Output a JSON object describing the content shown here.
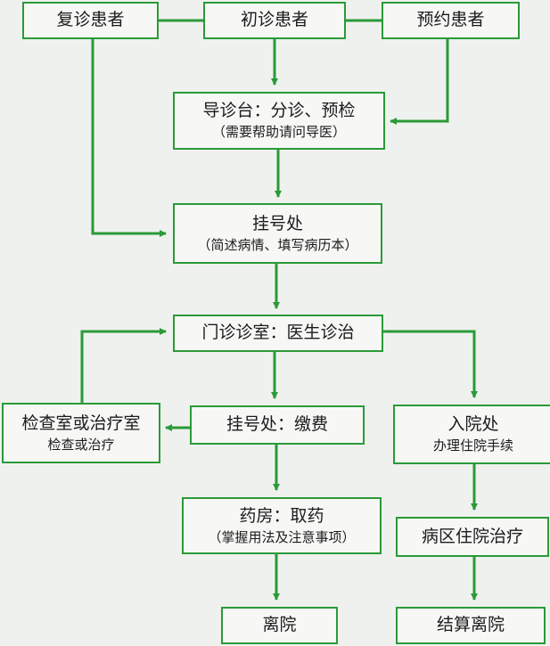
{
  "colors": {
    "line": "#2a9a38",
    "background": "#eff1ee",
    "box_fill": "#f7f8f6"
  },
  "nodes": {
    "return_patient": {
      "title": "复诊患者"
    },
    "first_visit": {
      "title": "初诊患者"
    },
    "appointment": {
      "title": "预约患者"
    },
    "guide_desk": {
      "title": "导诊台：分诊、预检",
      "sub": "（需要帮助请问导医）"
    },
    "registration": {
      "title": "挂号处",
      "sub": "（简述病情、填写病历本）"
    },
    "clinic": {
      "title": "门诊诊室：医生诊治"
    },
    "exam_room": {
      "title": "检查室或治疗室",
      "sub": "检查或治疗"
    },
    "payment": {
      "title": "挂号处：缴费"
    },
    "admission": {
      "title": "入院处",
      "sub": "办理住院手续"
    },
    "pharmacy": {
      "title": "药房：取药",
      "sub": "（掌握用法及注意事项）"
    },
    "ward": {
      "title": "病区住院治疗"
    },
    "leave": {
      "title": "离院"
    },
    "discharge": {
      "title": "结算离院"
    }
  }
}
